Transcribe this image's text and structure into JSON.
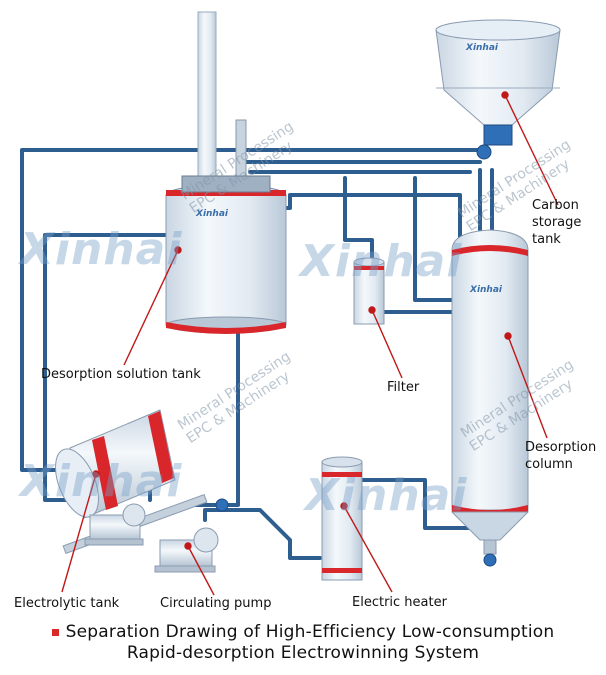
{
  "labels": {
    "desorption_solution_tank": "Desorption solution tank",
    "filter": "Filter",
    "carbon_storage_tank": [
      "Carbon",
      "storage",
      "tank"
    ],
    "desorption_column": [
      "Desorption",
      "column"
    ],
    "electrolytic_tank": "Electrolytic tank",
    "circulating_pump": "Circulating pump",
    "electric_heater": "Electric heater"
  },
  "caption": {
    "line1": "Separation Drawing of High-Efficiency Low-consumption",
    "line2": "Rapid-desorption Electrowinning System"
  },
  "equipment_brand": "Xinhai",
  "watermark": {
    "brand": "Xinhai",
    "line1": "Mineral Processing",
    "line2": "EPC & Machinery"
  },
  "colors": {
    "pipe": "#2e5d8f",
    "tank_body": "#e6eef6",
    "red_band": "#d8262b",
    "leader": "#c01818"
  }
}
